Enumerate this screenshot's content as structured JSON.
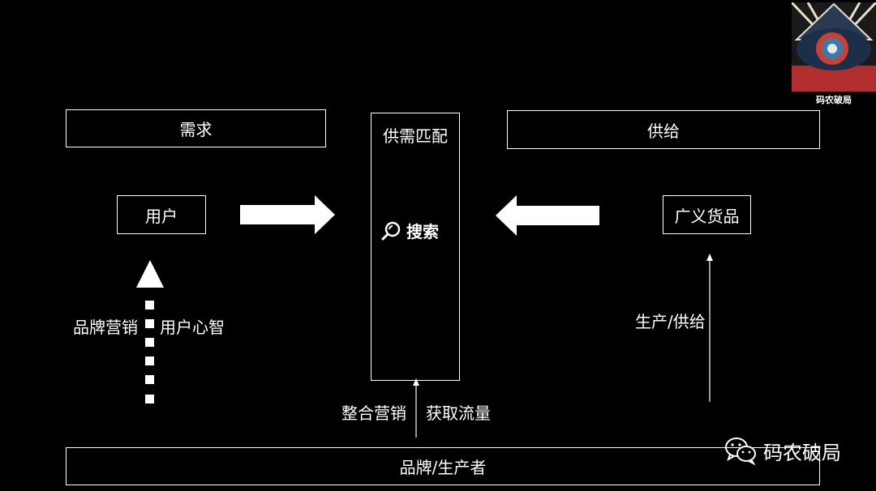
{
  "diagram": {
    "demand": "需求",
    "match": "供需匹配",
    "supply": "供给",
    "user": "用户",
    "search": "搜索",
    "goods": "广义货品",
    "brand_marketing": "品牌营销",
    "user_mind": "用户心智",
    "production_supply": "生产/供给",
    "integrated_marketing": "整合营销",
    "acquire_traffic": "获取流量",
    "brand_producer": "品牌/生产者"
  },
  "branding": {
    "logo_caption": "码农破局",
    "wechat_account": "码农破局"
  },
  "icons": {
    "search": "search-icon",
    "wechat": "wechat-icon",
    "logo": "eye-logo"
  }
}
